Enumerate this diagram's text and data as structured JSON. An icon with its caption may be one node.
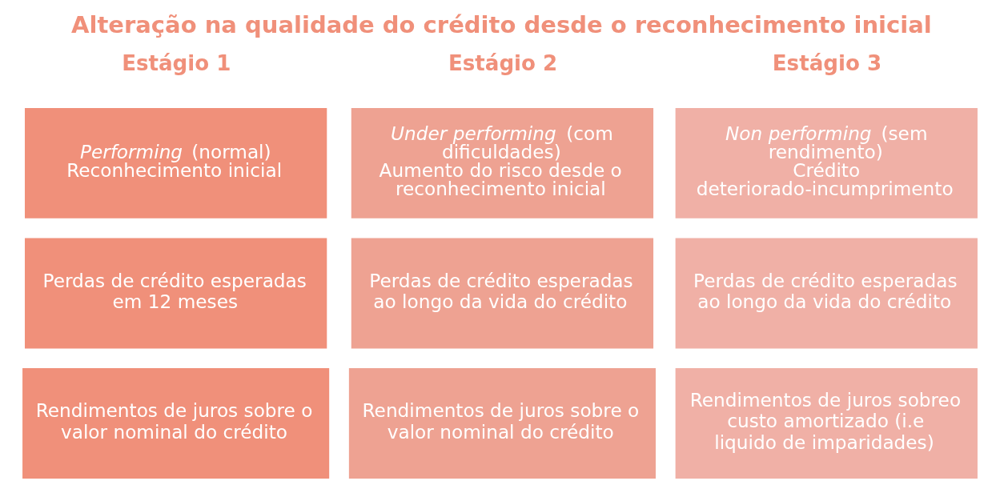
{
  "diagram": {
    "title": "Alteração na qualidade do crédito desde o reconhecimento inicial",
    "nodes": [
      {
        "text": [
          "*Performing* (normal)",
          "Reconhecimento inicial"
        ]
      },
      {
        "text": [
          "*Under performing* (com dificuldades)",
          "Aumento do risco desde o reconhecimento inicial"
        ]
      },
      {
        "text": [
          "*Non performing* (sem rendimento)",
          "Crédito deteriorado-incumprimento"
        ]
      },
      {
        "text": [
          "Perdas de crédito esperadas em 12 meses"
        ]
      },
      {
        "text": [
          "Perdas de crédito esperadas ao longo da vida do crédito"
        ]
      },
      {
        "text": [
          "Perdas de crédito esperadas ao longo da vida do crédito"
        ]
      },
      {
        "text": [
          "Rendimentos de juros sobre o valor nominal do crédito"
        ]
      },
      {
        "text": [
          "Rendimentos de juros sobre o valor nominal do crédito"
        ]
      },
      {
        "text": [
          "Rendimentos de juros sobreo custo amortizado (i.e liquido de imparidades)"
        ]
      }
    ],
    "labels": [
      "Estágio 1",
      "Estágio 2",
      "Estágio 3"
    ]
  }
}
